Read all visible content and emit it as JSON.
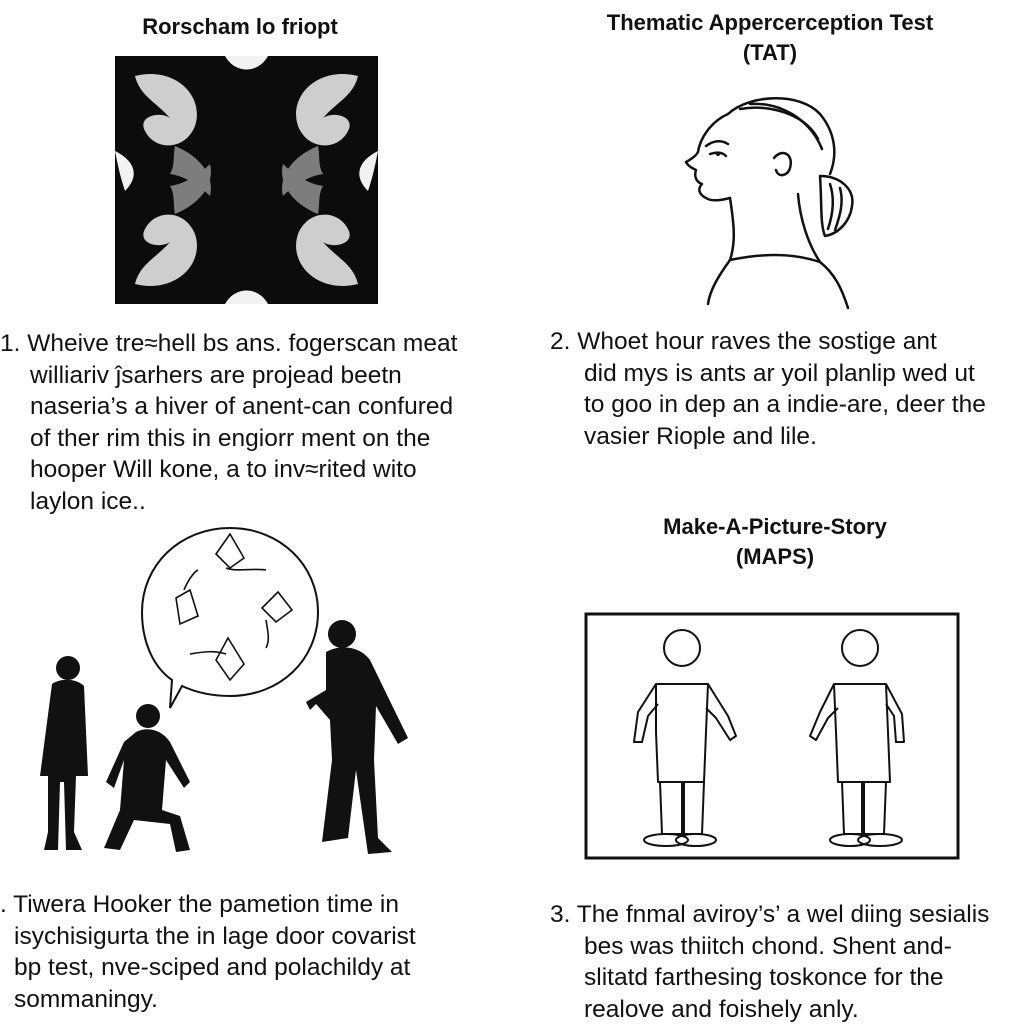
{
  "panels": {
    "rorschach": {
      "title": "Rorscham lo friopt"
    },
    "tat": {
      "title_line1": "Thematic Appercerception Test",
      "title_line2": "(TAT)"
    },
    "maps": {
      "title_line1": "Make-A-Picture-Story",
      "title_line2": "(MAPS)"
    }
  },
  "paragraphs": {
    "p1": [
      "1.  Wheive tre≈hell bs ans. fogerscan meat",
      "williariv ĵsarhers are projead beetn",
      "naseria’s a hiver of anent-can confured",
      "of ther rim this  in engiorr ment on the",
      "hooper Will kone, a to inv≈rited wito",
      "laylon ice.."
    ],
    "p2": [
      "2.  Whoet hour raves the sostige ant",
      "did mys is ants ar yoil planlip wed ut",
      "to goo in dep an a indie-are, deer the",
      "vasier Riople and lile."
    ],
    "p3": [
      ".  Tiwera Hooker the pametion time in",
      "isychisigurta the in lage door covarist",
      "bp test, nve-sciped and polachildy at",
      "sommaningy."
    ],
    "p4": [
      "3.  The fnmal aviroy’s’ a wel diing sesialis",
      "bes was thiitch chond.  Shent and-",
      "slitatd farthesing toskonce for the",
      "realove and foishely anly."
    ]
  },
  "colors": {
    "ink": "#111111",
    "background": "#ffffff"
  }
}
